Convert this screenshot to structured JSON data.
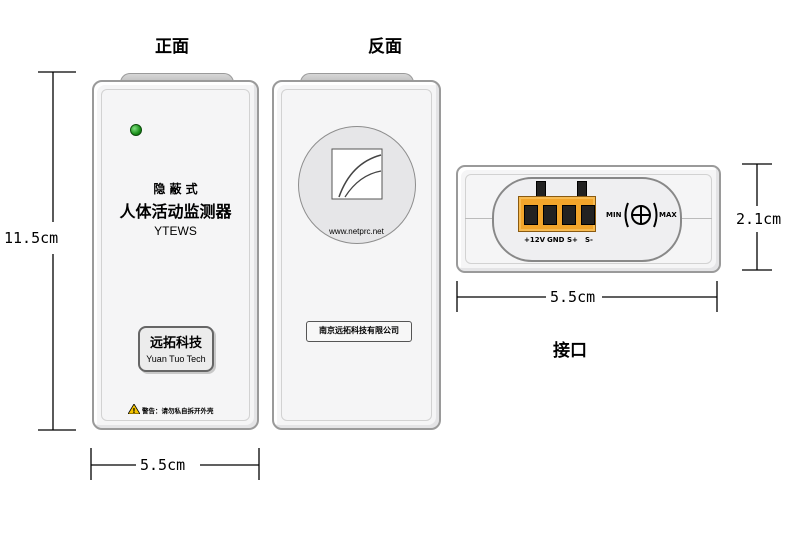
{
  "views": {
    "front_label": "正面",
    "back_label": "反面",
    "interface_label": "接口"
  },
  "front": {
    "line1": "隐 蔽 式",
    "product_name": "人体活动监测器",
    "model": "YTEWS",
    "brand_cn": "远拓科技",
    "brand_en": "Yuan Tuo Tech",
    "warning": "警告：请勿私自拆开外壳"
  },
  "back": {
    "website": "www.netprc.net",
    "company": "南京远拓科技有限公司"
  },
  "interface": {
    "terminals": [
      "+12V",
      "GND",
      "S+",
      "S-"
    ],
    "knob_min": "MIN",
    "knob_max": "MAX"
  },
  "dimensions": {
    "height": "11.5cm",
    "front_width": "5.5cm",
    "interface_width": "5.5cm",
    "interface_height": "2.1cm"
  }
}
